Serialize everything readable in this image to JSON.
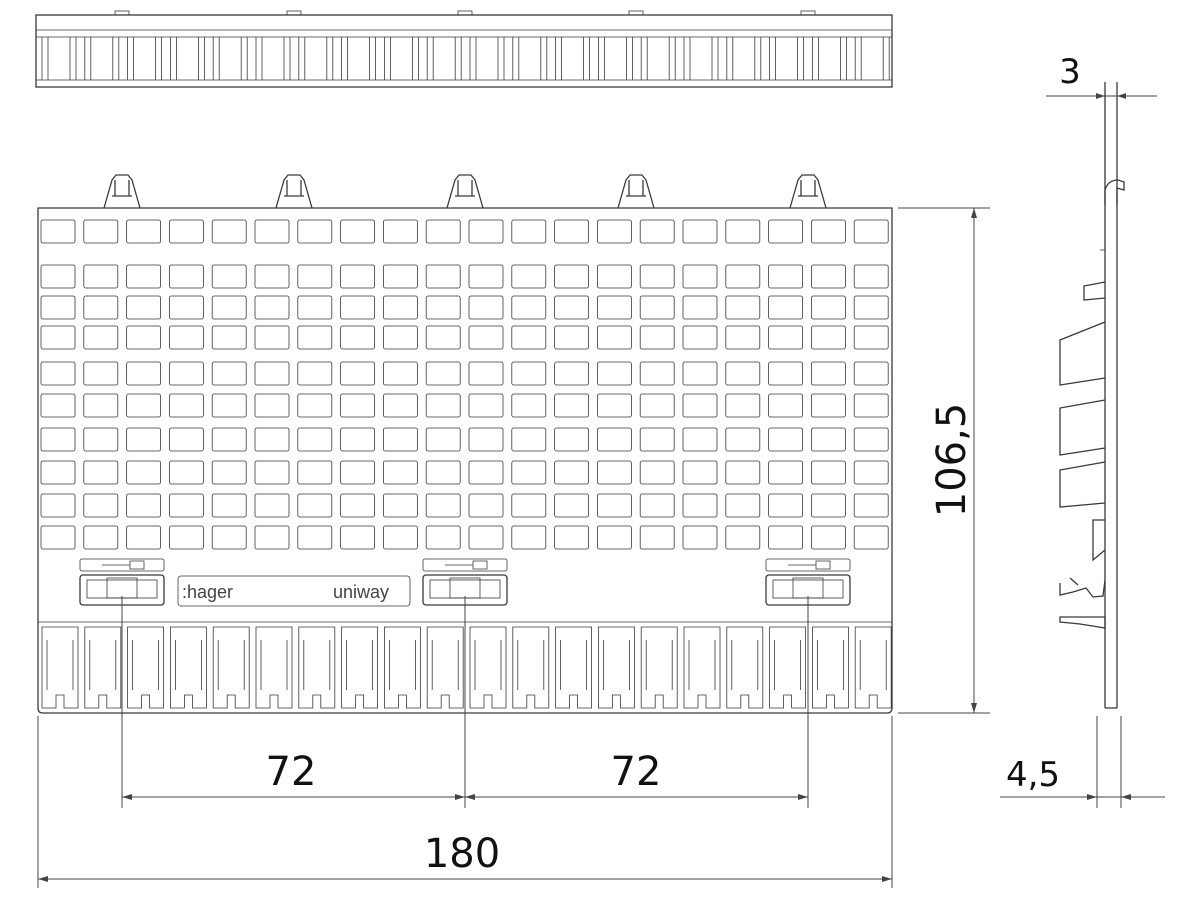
{
  "drawing": {
    "brand_label": ":hager",
    "product_label": "uniway"
  },
  "dimensions": {
    "thickness_top": "3",
    "height": "106,5",
    "spacing_left": "72",
    "spacing_right": "72",
    "total_width": "180",
    "thickness_bottom": "4,5"
  },
  "colors": {
    "line": "#3a3a3a",
    "text": "#111111",
    "background": "#ffffff"
  }
}
